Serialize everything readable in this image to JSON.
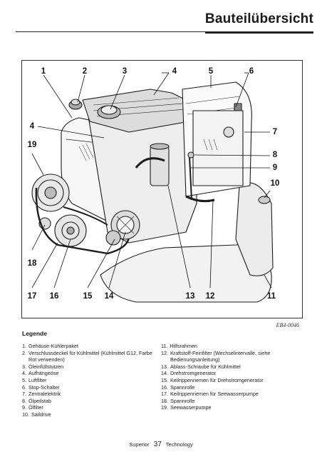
{
  "header": {
    "title": "Bauteilübersicht"
  },
  "figure": {
    "code": "EB4-0046",
    "callouts": [
      "1",
      "2",
      "3",
      "4",
      "5",
      "6",
      "4",
      "7",
      "19",
      "8",
      "9",
      "10",
      "18",
      "17",
      "16",
      "15",
      "14",
      "13",
      "12",
      "11"
    ]
  },
  "legend": {
    "title": "Legende",
    "left": [
      {
        "n": "1.",
        "text": "Gehäuse-Kühlerpaket"
      },
      {
        "n": "2.",
        "text": "Verschlussdeckel für Kühlmittel (Kühlmittel G12, Farbe Rot verwenden)"
      },
      {
        "n": "3.",
        "text": "Öleinfüllstutzen"
      },
      {
        "n": "4.",
        "text": "Aufhängeöse"
      },
      {
        "n": "5.",
        "text": "Luftfilter"
      },
      {
        "n": "6.",
        "text": "Stop-Schalter"
      },
      {
        "n": "7.",
        "text": "Zentralelektrik"
      },
      {
        "n": "8.",
        "text": "Ölpeilstab"
      },
      {
        "n": "9.",
        "text": "Ölfilter"
      },
      {
        "n": "10.",
        "text": "Saildrive"
      }
    ],
    "right": [
      {
        "n": "11.",
        "text": "Hilfsrahmen"
      },
      {
        "n": "12.",
        "text": "Kraftstoff-Feinfilter (Wechselintervalle, siehe Bedienungsanleitung)"
      },
      {
        "n": "13.",
        "text": "Ablass-Schraube für Kühlmittel"
      },
      {
        "n": "14.",
        "text": "Drehstromgenerator"
      },
      {
        "n": "15.",
        "text": "Keilrippenriemen für Drehstromgenerator"
      },
      {
        "n": "16.",
        "text": "Spannrolle"
      },
      {
        "n": "17.",
        "text": "Keilrippenriemen für Seewasserpumpe"
      },
      {
        "n": "18.",
        "text": "Spannrolle"
      },
      {
        "n": "19.",
        "text": "Seewasserpumpe"
      }
    ]
  },
  "footer": {
    "left": "Superior",
    "page": "37",
    "right": "Technology"
  }
}
